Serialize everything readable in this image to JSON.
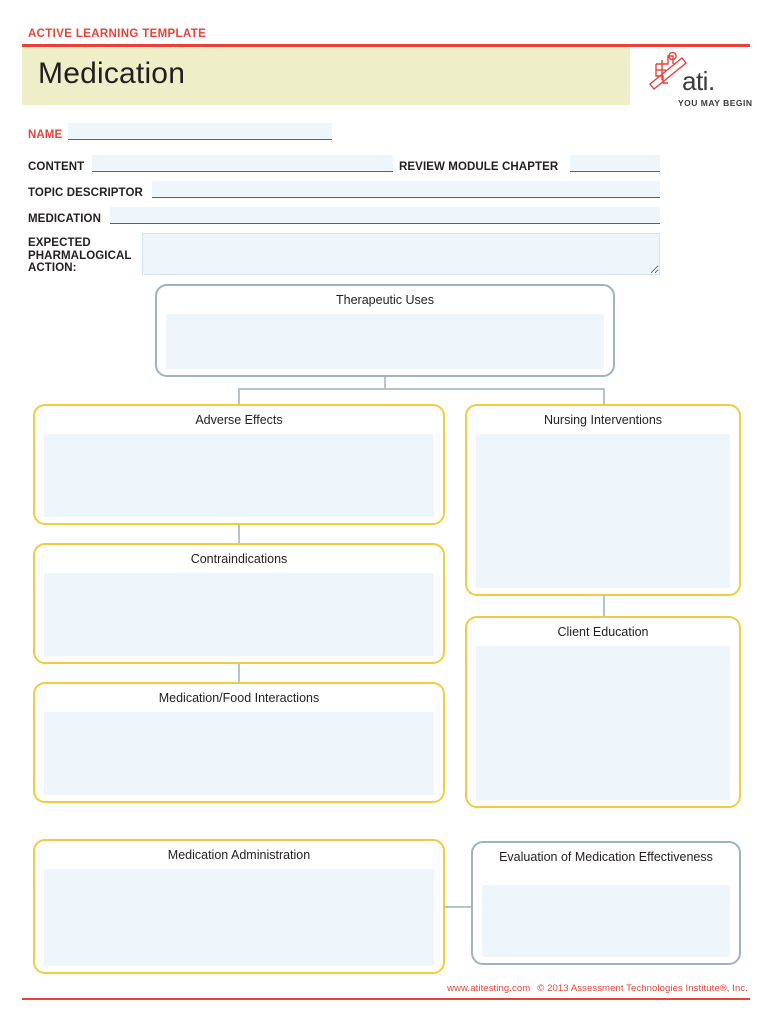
{
  "header": {
    "eyebrow": "ACTIVE LEARNING TEMPLATE",
    "title": "Medication",
    "accent_red": "#e8413a",
    "band_cream": "#eeeec8"
  },
  "logo": {
    "mark_name": "ati-star-runner-mark",
    "wordmark": "ati.",
    "tagline": "YOU MAY BEGIN",
    "mark_color": "#e8413a"
  },
  "form": {
    "name_label": "NAME",
    "name_value": "",
    "content_label": "CONTENT",
    "content_value": "",
    "review_module_label": "REVIEW MODULE CHAPTER",
    "review_module_value": "",
    "topic_descriptor_label": "TOPIC DESCRIPTOR",
    "topic_descriptor_value": "",
    "medication_label": "MEDICATION",
    "medication_value": "",
    "expected_action_label": "EXPECTED PHARMALOGICAL ACTION:",
    "expected_action_value": ""
  },
  "nodes": {
    "therapeutic_uses": {
      "title": "Therapeutic Uses",
      "value": "",
      "border": "#9db3bd"
    },
    "adverse_effects": {
      "title": "Adverse Effects",
      "value": "",
      "border": "#f2cb3f"
    },
    "contraindications": {
      "title": "Contraindications",
      "value": "",
      "border": "#f2cb3f"
    },
    "med_food_interactions": {
      "title": "Medication/Food Interactions",
      "value": "",
      "border": "#f2cb3f"
    },
    "medication_administration": {
      "title": "Medication Administration",
      "value": "",
      "border": "#f2cb3f"
    },
    "nursing_interventions": {
      "title": "Nursing Interventions",
      "value": "",
      "border": "#f2cb3f"
    },
    "client_education": {
      "title": "Client Education",
      "value": "",
      "border": "#f2cb3f"
    },
    "evaluation_effectiveness": {
      "title": "Evaluation of Medication Effectiveness",
      "value": "",
      "border": "#9db3bd"
    }
  },
  "footer": {
    "website": "www.atitesting.com",
    "copyright": "© 2013 Assessment Technologies Institute®, Inc.",
    "color": "#e8413a"
  },
  "palette": {
    "field_fill": "#eef6fb",
    "field_underline": "#57636b",
    "connector": "#b4c4cc"
  }
}
